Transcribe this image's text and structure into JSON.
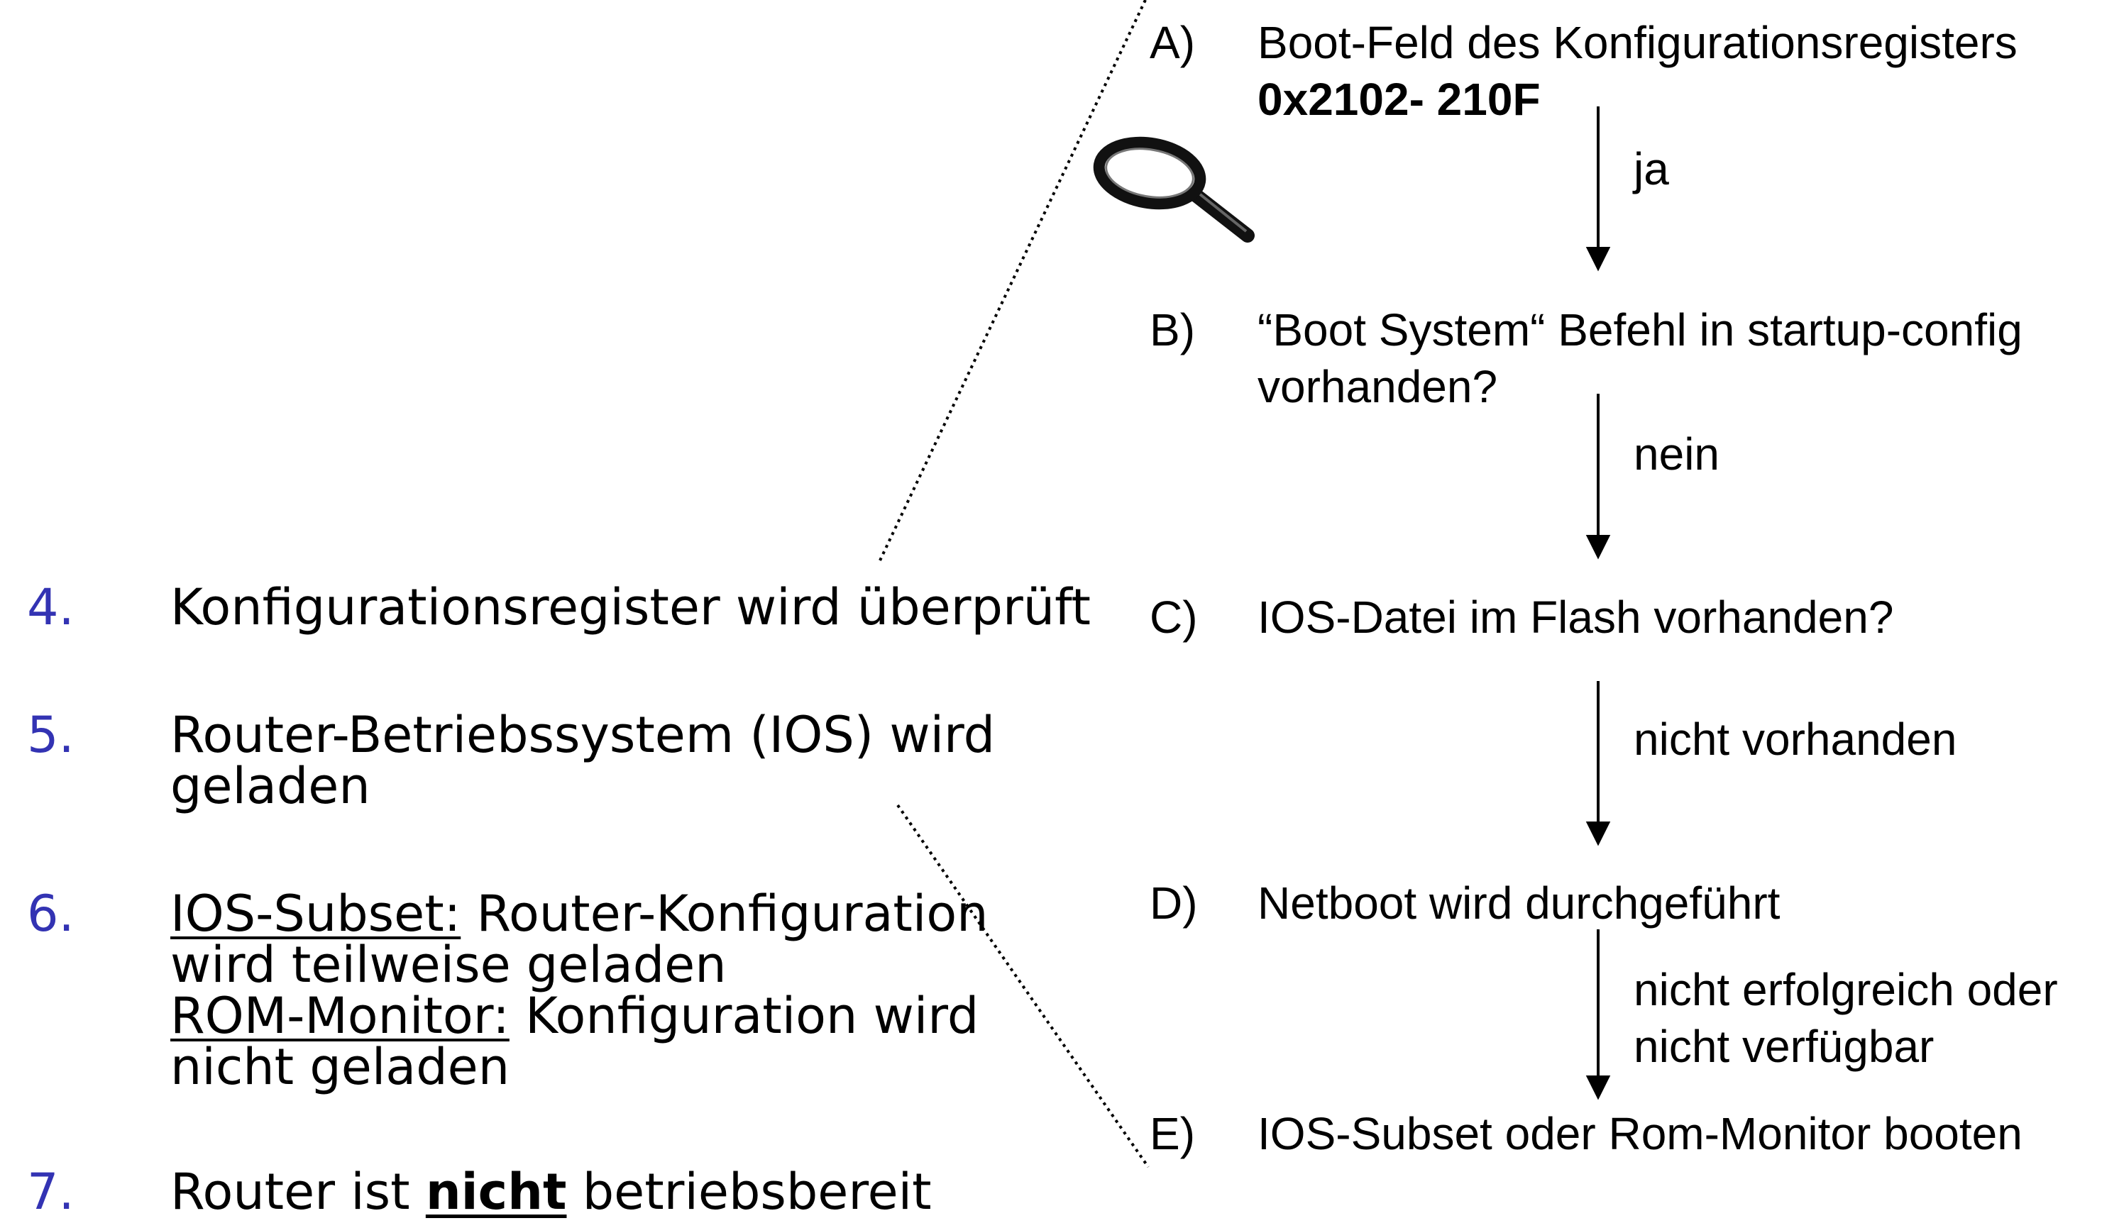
{
  "list": {
    "items": [
      {
        "number": "4.",
        "line1": "Konfigurationsregister wird überprüft"
      },
      {
        "number": "5.",
        "line1": "Router-Betriebssystem (IOS) wird",
        "line2": "geladen"
      },
      {
        "number": "6.",
        "label_a": "IOS-Subset:",
        "rest_a": " Router-Konfiguration",
        "line_a2": "wird teilweise geladen",
        "label_b": "ROM-Monitor:",
        "rest_b": " Konfiguration wird",
        "line_b2": "nicht geladen"
      },
      {
        "number": "7.",
        "pre": "Router ist ",
        "emph": "nicht",
        "post": " betriebsbereit"
      }
    ]
  },
  "flow": {
    "steps": [
      {
        "letter": "A)",
        "line1": "Boot-Feld des Konfigurationsregisters",
        "line2": "0x2102- 210F"
      },
      {
        "letter": "B)",
        "line1": "“Boot System“ Befehl in startup-config",
        "line2": "vorhanden?"
      },
      {
        "letter": "C)",
        "line1": "IOS-Datei im Flash vorhanden?"
      },
      {
        "letter": "D)",
        "line1": "Netboot wird durchgeführt"
      },
      {
        "letter": "E)",
        "line1": "IOS-Subset oder Rom-Monitor booten"
      }
    ],
    "edges": [
      {
        "label": "ja"
      },
      {
        "label": "nein"
      },
      {
        "label": "nicht vorhanden"
      },
      {
        "label": "nicht erfolgreich oder",
        "label2": "nicht verfügbar"
      }
    ]
  },
  "icons": {
    "magnifier": "magnifying-glass-icon"
  },
  "colors": {
    "list_number": "#3333b3",
    "text": "#000000"
  }
}
